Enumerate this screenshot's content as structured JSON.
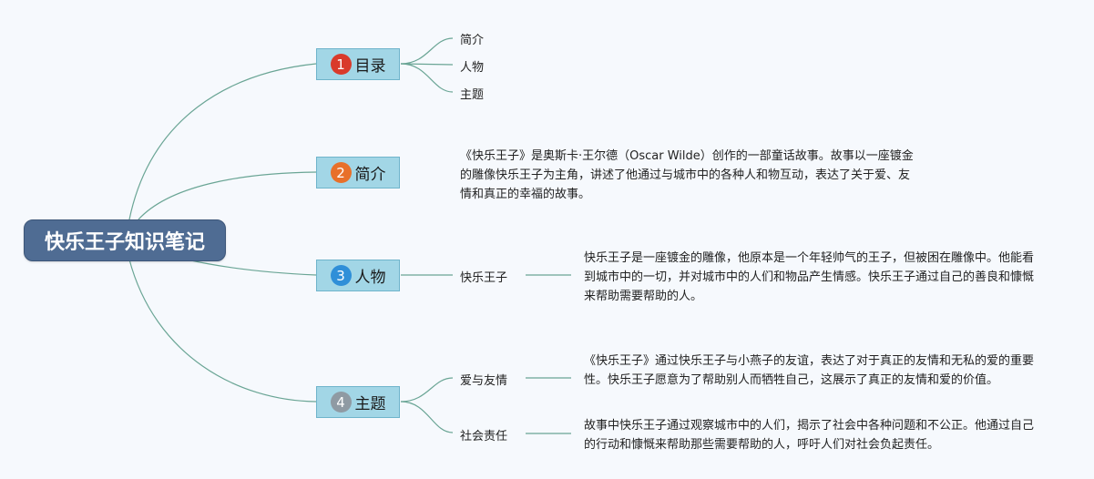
{
  "root": {
    "title": "快乐王子知识笔记"
  },
  "branches": [
    {
      "number": "1",
      "label": "目录",
      "badge_color": "#d93a2b",
      "children": [
        "简介",
        "人物",
        "主题"
      ]
    },
    {
      "number": "2",
      "label": "简介",
      "badge_color": "#e8702a",
      "description": "《快乐王子》是奥斯卡·王尔德（Oscar Wilde）创作的一部童话故事。故事以一座镀金的雕像快乐王子为主角，讲述了他通过与城市中的各种人和物互动，表达了关于爱、友情和真正的幸福的故事。"
    },
    {
      "number": "3",
      "label": "人物",
      "badge_color": "#2f8fd8",
      "children": [
        {
          "label": "快乐王子",
          "description": "快乐王子是一座镀金的雕像，他原本是一个年轻帅气的王子，但被困在雕像中。他能看到城市中的一切，并对城市中的人们和物品产生情感。快乐王子通过自己的善良和慷慨来帮助需要帮助的人。"
        }
      ]
    },
    {
      "number": "4",
      "label": "主题",
      "badge_color": "#8f9aa3",
      "children": [
        {
          "label": "爱与友情",
          "description": "《快乐王子》通过快乐王子与小燕子的友谊，表达了对于真正的友情和无私的爱的重要性。快乐王子愿意为了帮助别人而牺牲自己，这展示了真正的友情和爱的价值。"
        },
        {
          "label": "社会责任",
          "description": "故事中快乐王子通过观察城市中的人们，揭示了社会中各种问题和不公正。他通过自己的行动和慷慨来帮助那些需要帮助的人，呼吁人们对社会负起责任。"
        }
      ]
    }
  ],
  "colors": {
    "link": "#6aa595",
    "root_fill": "#4f6c93",
    "branch_fill": "#a2d6e6"
  }
}
